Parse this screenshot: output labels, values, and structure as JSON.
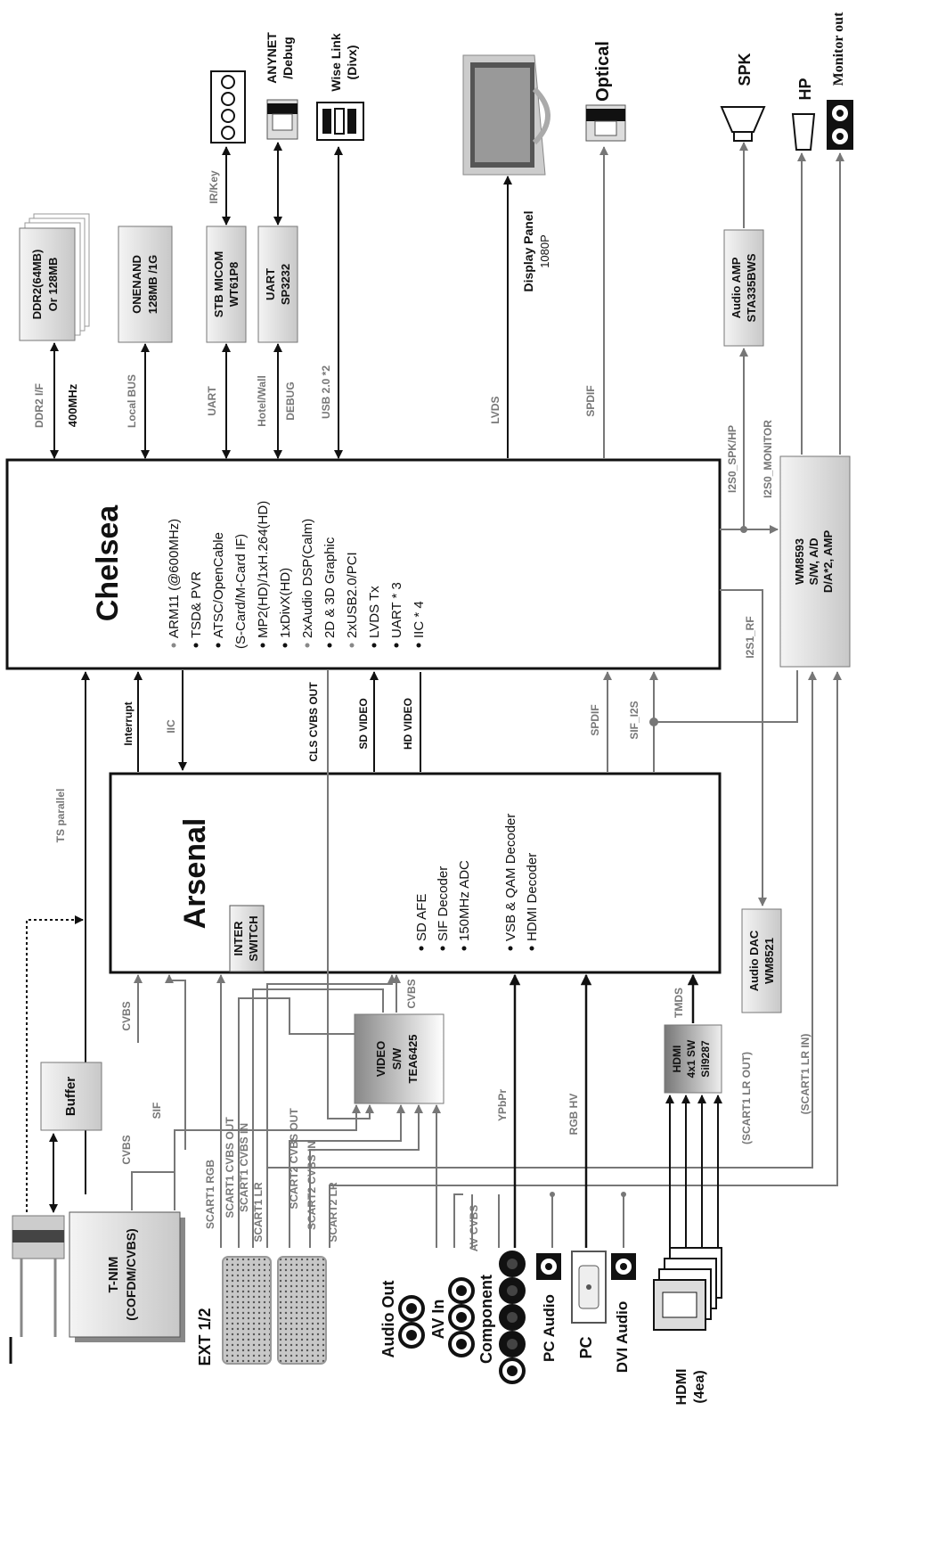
{
  "chelsea": {
    "title": "Chelsea",
    "features": [
      {
        "text": "ARM11 (@600MHz)",
        "gray": true
      },
      {
        "text": "TSD& PVR",
        "gray": false
      },
      {
        "text": "ATSC/OpenCable",
        "gray": false
      },
      {
        "text": "(S-Card/M-Card IF)",
        "gray": false,
        "nobullet": true
      },
      {
        "text": "MP2(HD)/1xH.264(HD)",
        "gray": false
      },
      {
        "text": "1xDivX(HD)",
        "gray": false
      },
      {
        "text": "2xAudio DSP(Calm)",
        "gray": true
      },
      {
        "text": "2D & 3D Graphic",
        "gray": false
      },
      {
        "text": "2xUSB2.0/PCI",
        "gray": true
      },
      {
        "text": "LVDS Tx",
        "gray": false
      },
      {
        "text": "UART * 3",
        "gray": false
      },
      {
        "text": "IIC * 4",
        "gray": false
      }
    ]
  },
  "arsenal": {
    "title": "Arsenal",
    "features1": [
      "SD AFE",
      "SIF Decoder",
      "150MHz ADC"
    ],
    "features2": [
      "VSB & QAM Decoder",
      "HDMI Decoder"
    ],
    "inter_switch": [
      "INTER",
      "SWITCH"
    ]
  },
  "blocks": {
    "ddr2": [
      "DDR2(64MB)",
      "Or 128MB"
    ],
    "onenand": [
      "ONENAND",
      "128MB /1G"
    ],
    "stb_micom": [
      "STB MICOM",
      "WT61P8"
    ],
    "uart": [
      "UART",
      "SP3232"
    ],
    "audio_amp": [
      "Audio AMP",
      "STA335BWS"
    ],
    "wm8593": [
      "WM8593",
      "S/W, A/D",
      "D/A*2, AMP"
    ],
    "audio_dac": [
      "Audio DAC",
      "WM8521"
    ],
    "hdmi_sw": [
      "HDMI",
      "4x1 SW",
      "Sil9287"
    ],
    "video_sw": [
      "VIDEO",
      "S/W",
      "TEA6425"
    ],
    "buffer": "Buffer",
    "tnim": [
      "T-NIM",
      "(COFDM/CVBS)"
    ]
  },
  "labels": {
    "ddr2_if": "DDR2 I/F",
    "mhz400": "400MHz",
    "local_bus": "Local BUS",
    "uart": "UART",
    "hotel_wall": "Hotel/Wall",
    "debug": "DEBUG",
    "usb": "USB 2.0 *2",
    "lvds": "LVDS",
    "spdif_top": "SPDIF",
    "i2s0_spk": "I2S0_SPK/HP",
    "i2s0_mon": "I2S0_MONITOR",
    "i2s1_rf": "I2S1_RF",
    "ir_key": "IR/Key",
    "interrupt": "Interrupt",
    "iic": "IIC",
    "cls_cvbs_out": "CLS CVBS OUT",
    "sd_video": "SD VIDEO",
    "hd_video": "HD VIDEO",
    "spdif_mid": "SPDIF",
    "sif_i2s": "SIF_I2S",
    "ts_parallel": "TS parallel",
    "cvbs_a": "CVBS",
    "sif": "SIF",
    "cvbs_b": "CVBS",
    "cvbs_c": "CVBS",
    "scart1_rgb": "SCART1 RGB",
    "scart1_cvbs_out": "SCART1 CVBS OUT",
    "scart1_cvbs_in": "SCART1 CVBS IN",
    "scart1_lr": "SCART1 LR",
    "scart2_cvbs_out": "SCART2 CVBS OUT",
    "scart2_cvbs_in": "SCART2 CVBS IN",
    "scart2_lr": "SCART2 LR",
    "ypbpr": "YPbPr",
    "av_cvbs": "AV CVBS",
    "rgb_hv": "RGB HV",
    "tmds": "TMDS",
    "scart1_lr_out": "(SCART1 LR OUT)",
    "scart1_lr_in": "(SCART1 LR IN)"
  },
  "peripherals": {
    "anynet": [
      "ANYNET",
      "/Debug"
    ],
    "wiselink": [
      "Wise Link",
      "(Divx)"
    ],
    "display_panel": "Display Panel",
    "display_res": "1080P",
    "optical": "Optical",
    "spk": "SPK",
    "hp": "HP",
    "monitor_out": "Monitor out"
  },
  "connectors": {
    "ext": "EXT 1/2",
    "audio_out": "Audio Out",
    "av_in": "AV In",
    "component": "Component",
    "pc_audio": "PC Audio",
    "pc": "PC",
    "dvi_audio": "DVI Audio",
    "hdmi": [
      "HDMI",
      "(4ea)"
    ]
  }
}
